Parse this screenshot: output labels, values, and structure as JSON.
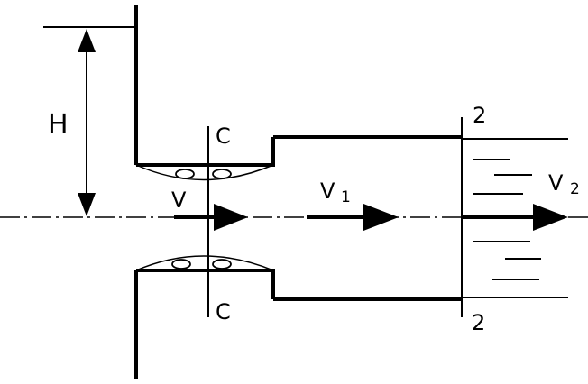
{
  "labels": {
    "head": "H",
    "section_c_top": "C",
    "section_c_bottom": "C",
    "velocity_v": "V",
    "velocity_v1_main": "V",
    "velocity_v1_sub": "1",
    "velocity_v2_main": "V",
    "velocity_v2_sub": "2",
    "section_2_top": "2",
    "section_2_bottom": "2"
  },
  "colors": {
    "line": "#000000",
    "background": "#ffffff"
  }
}
